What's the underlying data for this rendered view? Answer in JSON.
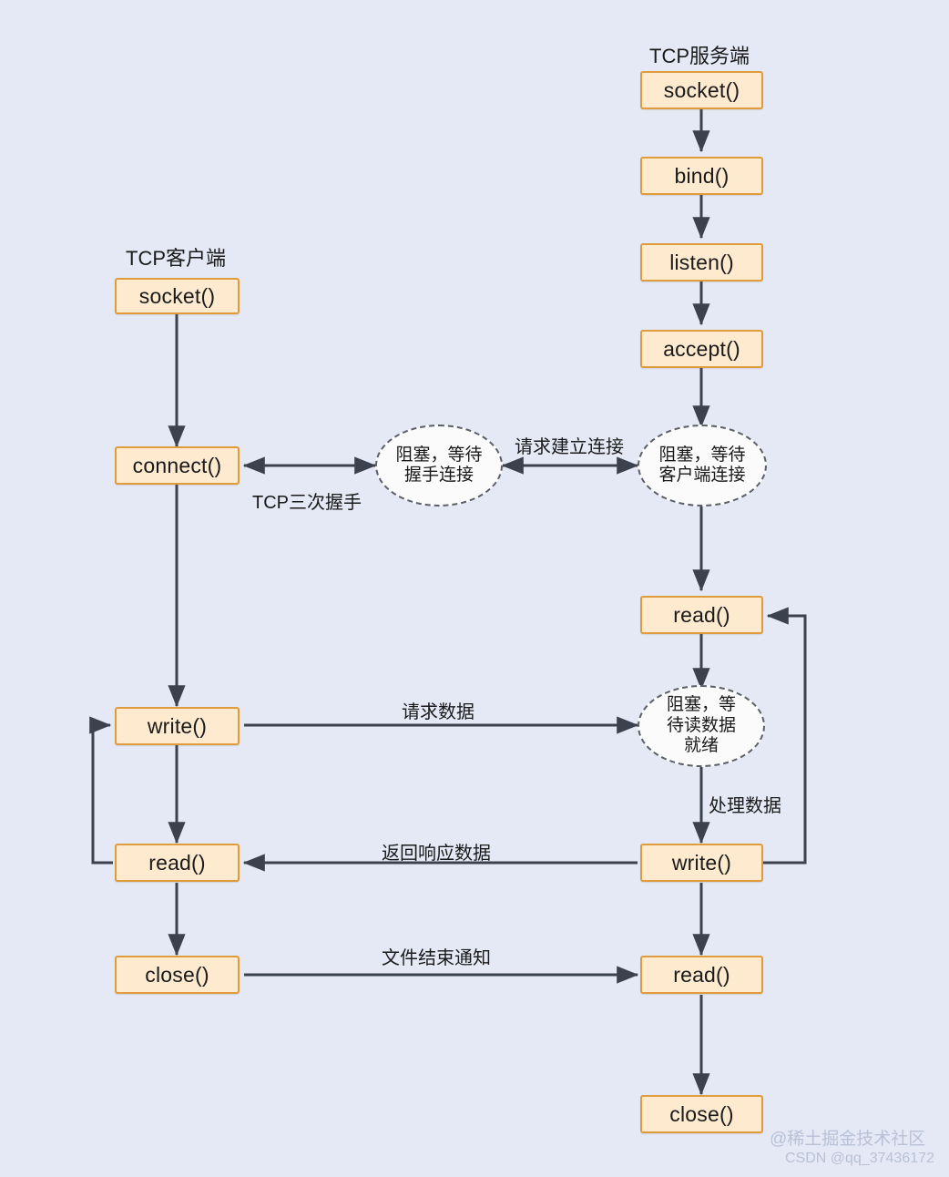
{
  "diagram": {
    "background_color": "#e4e9f5",
    "node_fill": "#fdeacf",
    "node_border": "#e09b3d",
    "edge_color": "#3b424d",
    "ellipse_fill": "#fbfbfc",
    "ellipse_border": "#5a5f68"
  },
  "lanes": {
    "client_title": "TCP客户端",
    "server_title": "TCP服务端"
  },
  "nodes": {
    "client_socket": "socket()",
    "client_connect": "connect()",
    "client_write": "write()",
    "client_read": "read()",
    "client_close": "close()",
    "server_socket": "socket()",
    "server_bind": "bind()",
    "server_listen": "listen()",
    "server_accept": "accept()",
    "server_read1": "read()",
    "server_write": "write()",
    "server_read2": "read()",
    "server_close": "close()"
  },
  "ellipses": {
    "client_block": "阻塞，等待\n握手连接",
    "server_block_conn": "阻塞，等待\n客户端连接",
    "server_block_read": "阻塞，等\n待读数据\n就绪"
  },
  "edge_labels": {
    "three_way_handshake": "TCP三次握手",
    "request_connection": "请求建立连接",
    "request_data": "请求数据",
    "process_data": "处理数据",
    "return_response_data": "返回响应数据",
    "eof_notice": "文件结束通知"
  },
  "watermark": {
    "line1": "@稀土掘金技术社区",
    "line2": "CSDN @qq_37436172"
  }
}
